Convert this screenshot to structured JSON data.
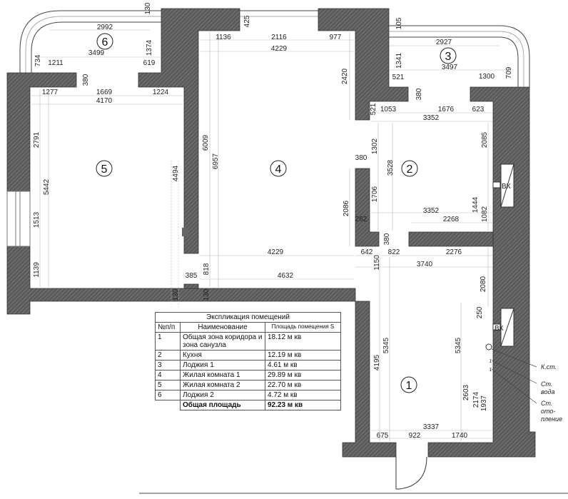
{
  "rooms": [
    "6",
    "4",
    "5",
    "3",
    "2",
    "1"
  ],
  "dimensions": [
    "130",
    "2992",
    "3499",
    "1374",
    "734",
    "1211",
    "619",
    "380",
    "1277",
    "1669",
    "1224",
    "4170",
    "425",
    "1136",
    "2116",
    "977",
    "4229",
    "105",
    "2927",
    "3497",
    "1341",
    "521",
    "1300",
    "709",
    "380",
    "1053",
    "1676",
    "623",
    "521",
    "3352",
    "2420",
    "2085",
    "1302",
    "380",
    "3528",
    "1706",
    "2086",
    "262",
    "3352",
    "2268",
    "1444",
    "1082",
    "380",
    "642",
    "822",
    "2276",
    "1150",
    "3740",
    "2080",
    "250",
    "5345",
    "4195",
    "5345",
    "2603",
    "2174",
    "1937",
    "3337",
    "675",
    "922",
    "1740",
    "6009",
    "6957",
    "4494",
    "2791",
    "5442",
    "1513",
    "1139",
    "4229",
    "4632",
    "385",
    "818",
    "130",
    "130"
  ],
  "labels": {
    "vk1": "ВК",
    "vk2": "ВК",
    "k_st": "К.ст.",
    "st_voda_1": "Ст.",
    "st_voda_2": "вода",
    "st_otop_1": "Ст.",
    "st_otop_2": "ото-",
    "st_otop_3": "пление"
  },
  "colors": {
    "wall": "#5a5a5a",
    "hatch": "#8a8a8a",
    "line": "#333333"
  },
  "table": {
    "title": "Экспликация помещений",
    "headers": [
      "№п/п",
      "Наименование",
      "Площадь помещения S"
    ],
    "rows": [
      {
        "n": "1",
        "name": "Общая зона коридора и зона санузла",
        "area": "18.12 м кв"
      },
      {
        "n": "2",
        "name": "Кухня",
        "area": "12.19 м кв"
      },
      {
        "n": "3",
        "name": "Лоджия 1",
        "area": "4.61 м кв"
      },
      {
        "n": "4",
        "name": "Жилая комната 1",
        "area": "29.89 м кв"
      },
      {
        "n": "5",
        "name": "Жилая комната 2",
        "area": "22.70 м кв"
      },
      {
        "n": "6",
        "name": "Лоджия 2",
        "area": "4.72 м кв"
      }
    ],
    "total_label": "Общая площадь",
    "total_value": "92.23 м кв"
  }
}
